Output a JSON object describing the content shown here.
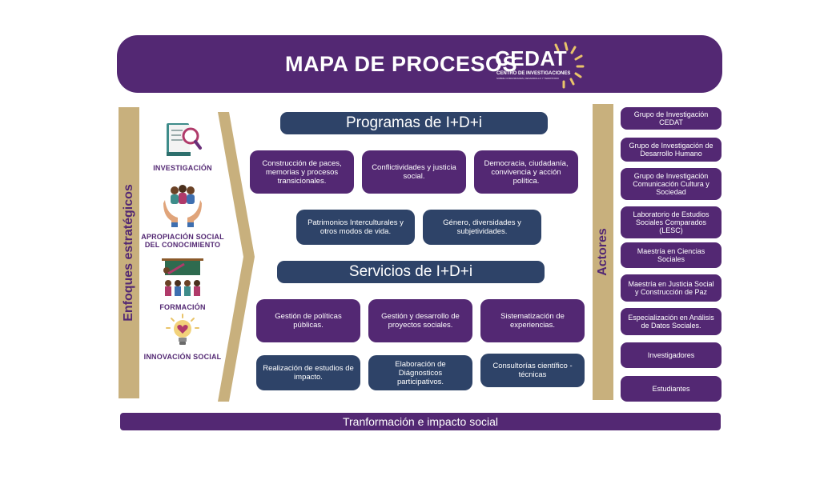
{
  "header": {
    "title": "MAPA DE PROCESOS",
    "logo_text": "CEDAT",
    "logo_subtitle": "CENTRO DE INVESTIGACIONES",
    "logo_subtitle2": "SOBRE COMUNIDADES, DESARROLLO Y TERRITORIO"
  },
  "left_bar": {
    "label": "Enfoques estratégicos"
  },
  "focus_areas": [
    {
      "label": "INVESTIGACIÓN",
      "icon": "book-magnifier-icon"
    },
    {
      "label": "APROPIACIÓN SOCIAL DEL CONOCIMIENTO",
      "icon": "hands-people-icon"
    },
    {
      "label": "FORMACIÓN",
      "icon": "teacher-board-icon"
    },
    {
      "label": "INNOVACIÓN SOCIAL",
      "icon": "lightbulb-heart-icon"
    }
  ],
  "programas": {
    "title": "Programas de I+D+i",
    "items": [
      "Construcción de paces, memorias y procesos transicionales.",
      "Conflictividades y justicia social.",
      "Democracia, ciudadanía, convivencia y acción política.",
      "Patrimonios Interculturales y otros modos de vida.",
      "Género, diversidades y subjetividades."
    ]
  },
  "servicios": {
    "title": "Servicios de I+D+i",
    "items": [
      "Gestión de políticas públicas.",
      "Gestión y desarrollo de proyectos sociales.",
      "Sistematización de experiencias.",
      "Realización de estudios de impacto.",
      "Elaboración de Diágnosticos participativos.",
      "Consultorías científico - técnicas"
    ]
  },
  "right_bar": {
    "label": "Actores"
  },
  "actors": [
    "Grupo de Investigación CEDAT",
    "Grupo de Investigación de Desarrollo Humano",
    "Grupo de Investigación Comunicación Cultura y Sociedad",
    "Laboratorio de Estudios Sociales Comparados (LESC)",
    "Maestría en Ciencias Sociales",
    "Maestría en Justicia Social y Construcción de Paz",
    "Especialización en Análisis de Datos Sociales.",
    "Investigadores",
    "Estudiantes"
  ],
  "footer": {
    "label": "Tranformación e impacto social"
  },
  "colors": {
    "purple": "#532873",
    "navy": "#2e4368",
    "gold": "#c8b07d",
    "sun": "#e9c46a"
  }
}
